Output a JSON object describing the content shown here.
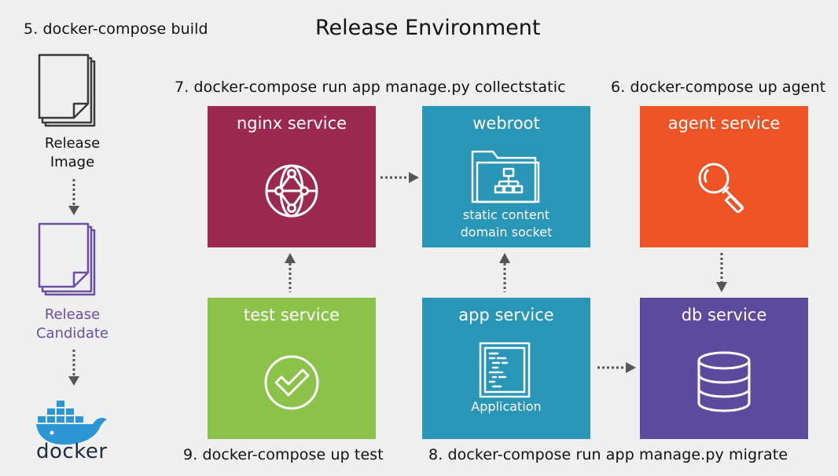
{
  "title": "Release Environment",
  "steps": {
    "s5": "5. docker-compose build",
    "s6": "6. docker-compose up agent",
    "s7": "7. docker-compose run app manage.py collectstatic",
    "s8": "8. docker-compose run app manage.py migrate",
    "s9": "9. docker-compose up test"
  },
  "pipeline": {
    "release_image": [
      "Release",
      "Image"
    ],
    "release_candidate": [
      "Release",
      "Candidate"
    ],
    "docker_logo_text": "docker"
  },
  "services": {
    "nginx": {
      "label": "nginx service",
      "color": "#9c2a50",
      "icon": "globe-network-icon"
    },
    "webroot": {
      "label": "webroot",
      "sub": [
        "static content",
        "domain socket"
      ],
      "color": "#2996b8",
      "icon": "folder-sitemap-icon"
    },
    "agent": {
      "label": "agent service",
      "color": "#ee5326",
      "icon": "magnifier-icon"
    },
    "test": {
      "label": "test service",
      "color": "#8bc34a",
      "icon": "checkmark-circle-icon"
    },
    "app": {
      "label": "app service",
      "sub": [
        "Application"
      ],
      "color": "#2996b8",
      "icon": "code-document-icon"
    },
    "db": {
      "label": "db service",
      "color": "#5c4b9d",
      "icon": "database-icon"
    }
  },
  "colors": {
    "background": "#efefef",
    "candidate_purple": "#6b4fa0",
    "docker_blue": "#2b96d3",
    "arrow_gray": "#555555"
  }
}
